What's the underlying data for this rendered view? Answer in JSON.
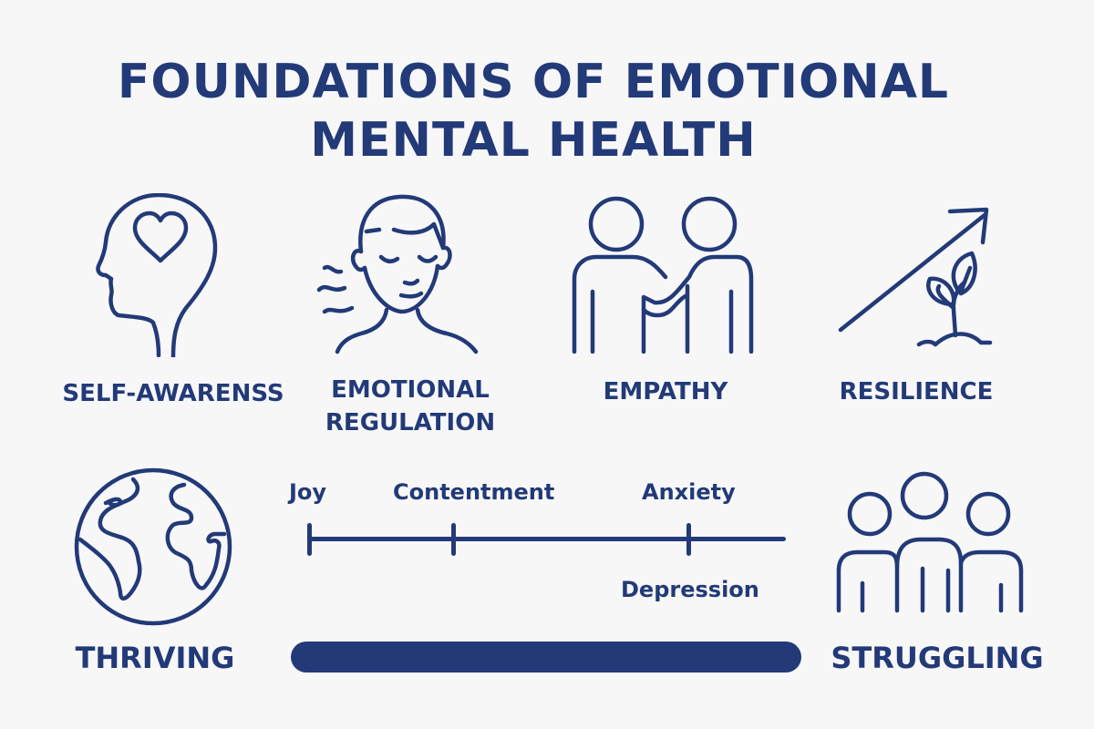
{
  "title": {
    "line1": "FOUNDATIONS OF EMOTIONAL",
    "line2": "MENTAL HEALTH"
  },
  "colors": {
    "primary": "#233a78",
    "background": "#f7f7f8"
  },
  "foundations": [
    {
      "label": "SELF-AWARENSS",
      "icon": "head-heart-icon"
    },
    {
      "label_line1": "EMOTIONAL",
      "label_line2": "REGULATION",
      "icon": "calm-face-icon"
    },
    {
      "label": "EMPATHY",
      "icon": "two-people-support-icon"
    },
    {
      "label": "RESILIENCE",
      "icon": "growth-arrow-sprout-icon"
    }
  ],
  "continuum": {
    "left_label": "THRIVING",
    "left_icon": "globe-icon",
    "right_label": "STRUGGLING",
    "right_icon": "group-people-icon",
    "scale_points": [
      {
        "label": "Joy",
        "position": "above"
      },
      {
        "label": "Contentment",
        "position": "above"
      },
      {
        "label": "Anxiety",
        "position": "above"
      },
      {
        "label": "Depression",
        "position": "below"
      }
    ]
  }
}
